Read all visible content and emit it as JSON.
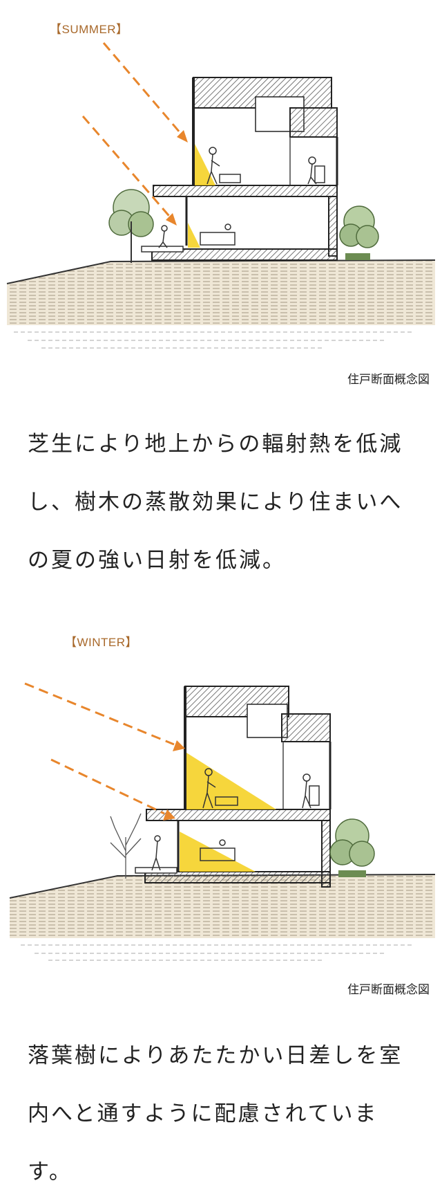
{
  "summer": {
    "label": "【SUMMER】",
    "caption": "住戸断面概念図",
    "description": "芝生により地上からの輻射熱を低減し、樹木の蒸散効果により住まいへの夏の強い日射を低減。"
  },
  "winter": {
    "label": "【WINTER】",
    "caption": "住戸断面概念図",
    "description": "落葉樹によりあたたかい日差しを室内へと通すように配慮されています。"
  },
  "colors": {
    "arrow": "#e8862c",
    "sunlight": "#f4cf1a",
    "label": "#a8682a",
    "ground": "#c9b99a"
  }
}
